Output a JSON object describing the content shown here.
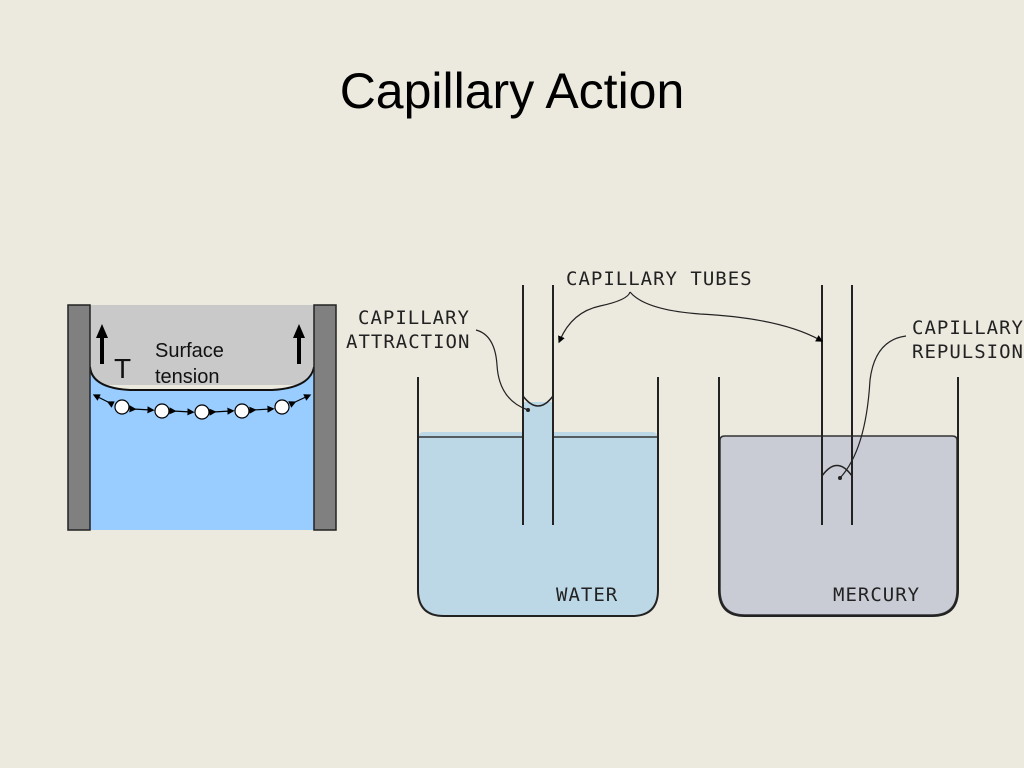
{
  "slide": {
    "title": "Capillary Action"
  },
  "left_diagram": {
    "tension_symbol": "T",
    "surface_label_line1": "Surface",
    "surface_label_line2": "tension",
    "colors": {
      "wall": "#808080",
      "air": "#c9c9c9",
      "liquid": "#99ccff"
    }
  },
  "right_diagram": {
    "tubes_label": "CAPILLARY TUBES",
    "attraction_label_line1": "CAPILLARY",
    "attraction_label_line2": "ATTRACTION",
    "repulsion_label_line1": "CAPILLARY",
    "repulsion_label_line2": "REPULSION",
    "water_label": "WATER",
    "mercury_label": "MERCURY",
    "colors": {
      "water": "#bcd7e6",
      "mercury": "#c9ccd5"
    }
  }
}
